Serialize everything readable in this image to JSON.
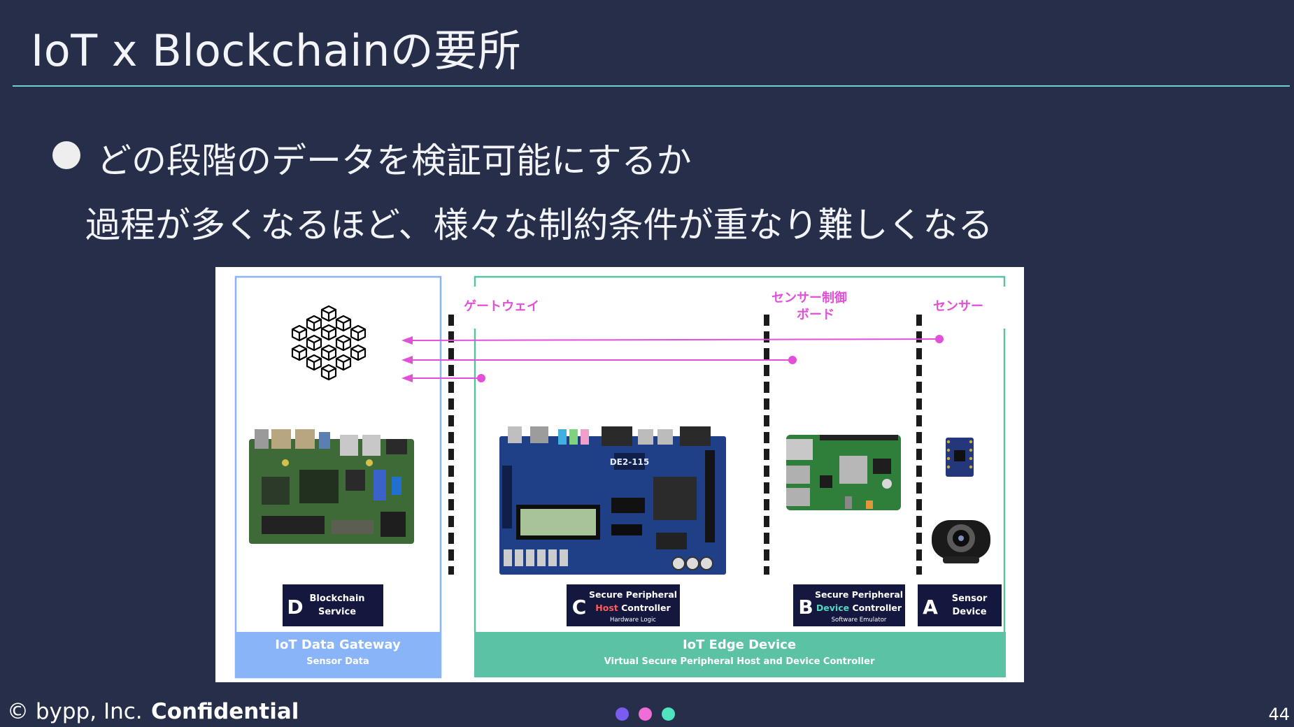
{
  "slide": {
    "title": "IoT x Blockchainの要所",
    "bullet": "どの段階のデータを検証可能にするか",
    "sub": "過程が多くなるほど、様々な制約条件が重なり難しくなる",
    "page_number": "44"
  },
  "footer": {
    "copyright": "© bypp, Inc.",
    "confidential": "Confidential",
    "dot_colors": [
      "#7b5cf0",
      "#f06cd6",
      "#4fe3c0"
    ]
  },
  "diagram": {
    "labels": {
      "gateway": "ゲートウェイ",
      "sensor_board_line1": "センサー制御",
      "sensor_board_line2": "ボード",
      "sensor": "センサー"
    },
    "gateway_panel": {
      "title": "IoT Data Gateway",
      "subtitle": "Sensor Data"
    },
    "edge_panel": {
      "title": "IoT Edge Device",
      "subtitle": "Virtual Secure Peripheral Host and Device Controller"
    },
    "boxes": {
      "d": {
        "letter": "D",
        "line1": "Blockchain",
        "line2": "Service"
      },
      "c": {
        "letter": "C",
        "line1": "Secure Peripheral",
        "line2_accent": "Host",
        "line2_rest": " Controller",
        "line3": "Hardware Logic"
      },
      "b": {
        "letter": "B",
        "line1": "Secure Peripheral",
        "line2_accent": "Device",
        "line2_rest": " Controller",
        "line3": "Software Emulator"
      },
      "a": {
        "letter": "A",
        "line1": "Sensor",
        "line2": "Device"
      }
    },
    "fpga_board_text": "DE2-115",
    "colors": {
      "gateway_blue": "#8ab4f8",
      "edge_teal": "#5cc2a6",
      "arrow_magenta": "#e24fd8",
      "label_dark": "#14183f",
      "host_accent": "#ff5a5a",
      "device_accent": "#52d6c0"
    },
    "icons": [
      "blockchain-cubes-icon",
      "gateway-board-image",
      "fpga-board-image",
      "raspberry-pi-image",
      "sensor-chip-image",
      "webcam-image"
    ]
  }
}
